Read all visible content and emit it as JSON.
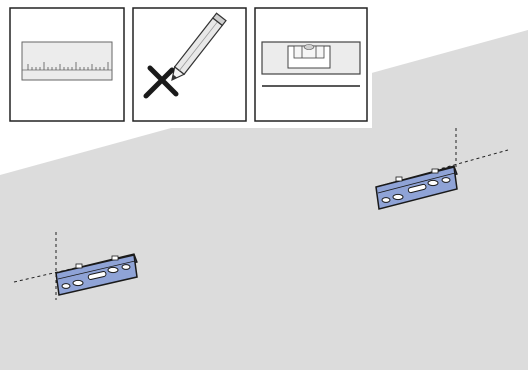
{
  "tools": [
    {
      "icon": "ruler-icon"
    },
    {
      "icon": "pencil-mark-icon"
    },
    {
      "icon": "spirit-level-icon"
    }
  ],
  "wall": {
    "color": "#dcdcdc"
  },
  "bracket": {
    "fill": "#8fa3d6",
    "outline": "#1a1a1a"
  },
  "brackets": [
    {
      "name": "wall-bracket-left",
      "guide": "crosshair-guide-left"
    },
    {
      "name": "wall-bracket-right",
      "guide": "crosshair-guide-right"
    }
  ]
}
